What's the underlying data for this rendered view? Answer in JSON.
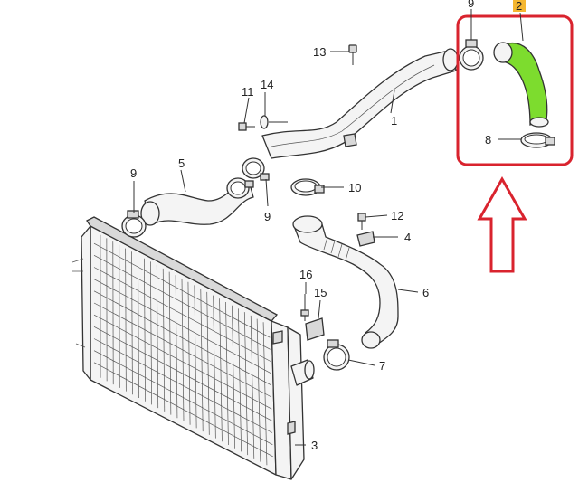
{
  "callouts": {
    "c1": "1",
    "c2": "2",
    "c3": "3",
    "c4": "4",
    "c5": "5",
    "c6": "6",
    "c7": "7",
    "c8": "8",
    "c9a": "9",
    "c9b": "9",
    "c9c": "9",
    "c10": "10",
    "c11": "11",
    "c12": "12",
    "c13": "13",
    "c14": "14",
    "c15": "15",
    "c16": "16"
  },
  "colors": {
    "highlight_hose": "#7ddc2e",
    "highlight_box": "#d9232e",
    "arrow": "#d9232e",
    "tag_2_fill": "#f5b731"
  }
}
